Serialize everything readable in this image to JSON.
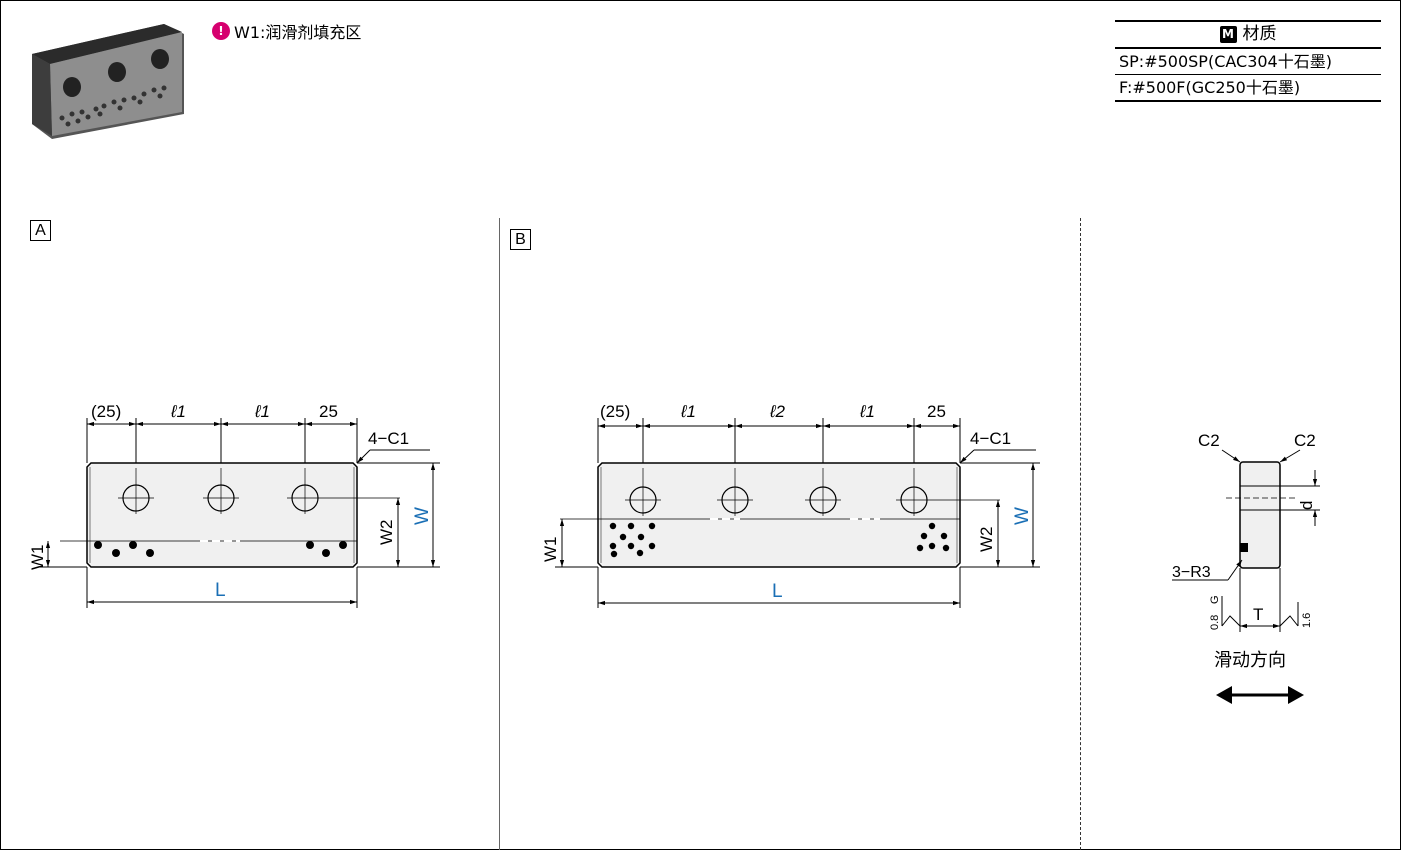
{
  "note": {
    "icon": "info-marker-icon",
    "text": "W1:润滑剂填充区"
  },
  "material": {
    "icon_label": "M",
    "header": "材质",
    "rows": [
      "SP:#500SP(CAC304十石墨)",
      "F:#500F(GC250十石墨)"
    ]
  },
  "view_a": {
    "label": "A",
    "dims_top": [
      "(25)",
      "ℓ1",
      "ℓ1",
      "25"
    ],
    "chamfer": "4−C1",
    "w1": "W1",
    "w2": "W2",
    "w": "W",
    "l": "L"
  },
  "view_b": {
    "label": "B",
    "dims_top": [
      "(25)",
      "ℓ1",
      "ℓ2",
      "ℓ1",
      "25"
    ],
    "chamfer": "4−C1",
    "w1": "W1",
    "w2": "W2",
    "w": "W",
    "l": "L"
  },
  "side_view": {
    "c2_left": "C2",
    "c2_right": "C2",
    "d": "d",
    "r": "3−R3",
    "t": "T",
    "g": "G",
    "rough1": "0.8",
    "rough2": "1.6",
    "direction": "滑动方向"
  },
  "colors": {
    "accent_blue": "#1a6fb5",
    "note_magenta": "#d6006f"
  }
}
